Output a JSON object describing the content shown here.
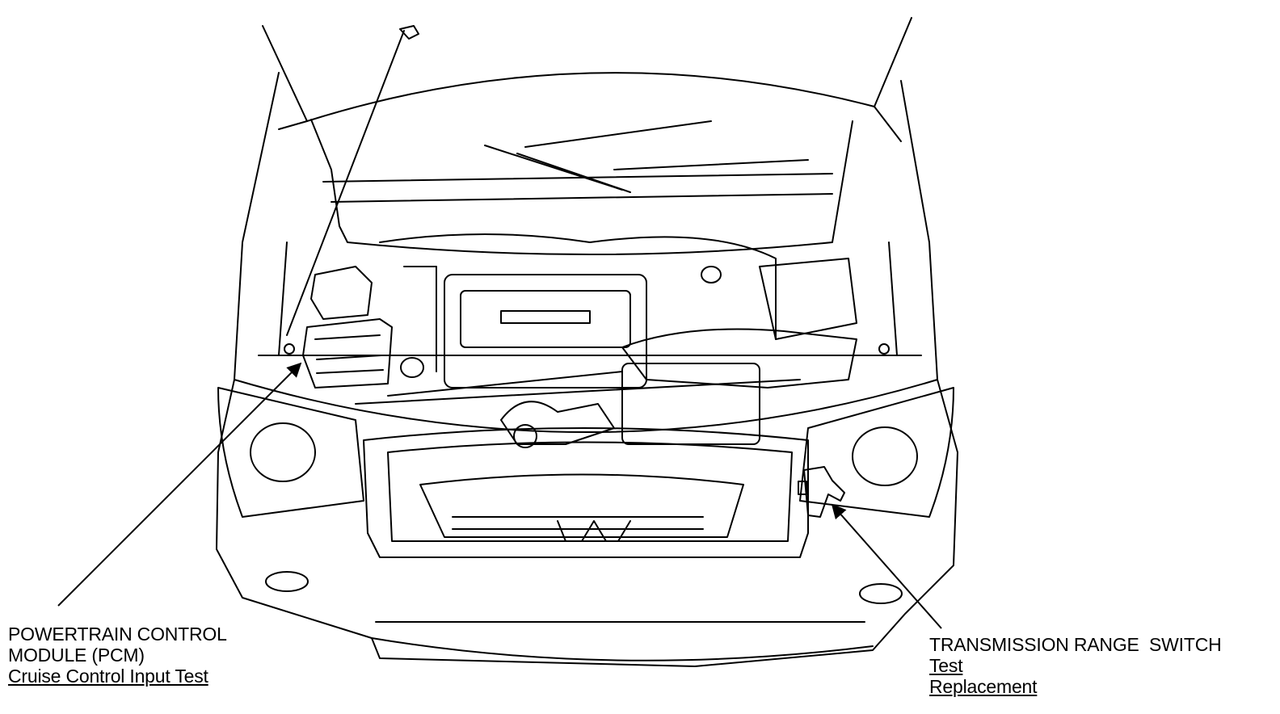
{
  "callouts": {
    "pcm": {
      "title_line1": "POWERTRAIN CONTROL",
      "title_line2": "MODULE (PCM)",
      "link1": "Cruise Control Input Test"
    },
    "trs": {
      "title": "TRANSMISSION RANGE  SWITCH",
      "link1": "Test",
      "link2": "Replacement"
    }
  },
  "colors": {
    "line": "#000000",
    "background": "#ffffff"
  }
}
